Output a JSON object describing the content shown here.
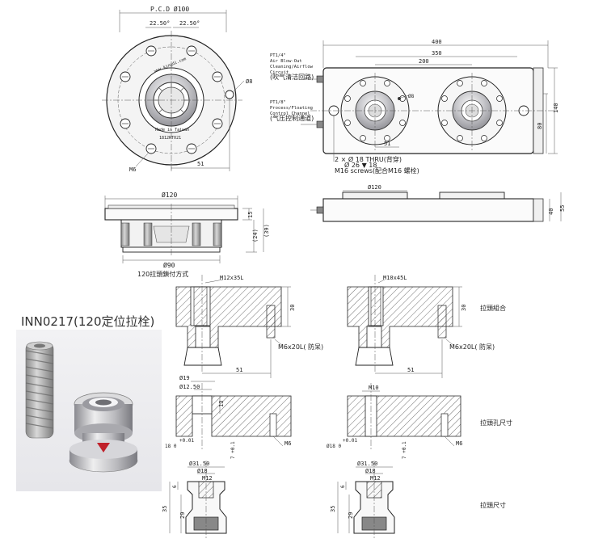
{
  "part_title": "INN0217(120定位拉栓)",
  "top_view": {
    "pcd_label": "P.C.D Ø100",
    "angle_left": "22.50°",
    "angle_right": "22.50°",
    "hole_dia": "Ø8",
    "screw_label": "M6",
    "offset_51": "51",
    "engraving_1": "www.kingdi.com",
    "engraving_2": "Made in Taiwan",
    "engraving_3": "1812RT021"
  },
  "plate_view": {
    "dim_400": "400",
    "dim_350": "350",
    "dim_200": "200",
    "dim_140": "140",
    "dim_80": "80",
    "dim_51": "51",
    "port_top_1": "PT1/4\"",
    "port_top_2": "Air Blow-Out",
    "port_top_3": "Cleaning/Airflow",
    "port_top_4": "Circuit",
    "port_top_5": "(吹气清洁回路)",
    "port_bot_1": "PT1/8\"",
    "port_bot_2": "Process/Floating",
    "port_bot_3": "Control Channel",
    "port_bot_4": "(气压控制通道)",
    "bolt_note_1": "2 × Ø 18 THRU(背穿)",
    "bolt_note_2": "Ø 26 ▼ 18",
    "bolt_note_3": "M16 screws(配合M16 螺栓)",
    "hole_8": "Ø8"
  },
  "side_view": {
    "dim_120": "Ø120",
    "dim_90": "Ø90",
    "dim_15": "15",
    "dim_24": "(24)",
    "dim_39": "(39)"
  },
  "plate_side": {
    "dim_120": "Ø120",
    "dim_40": "40",
    "dim_55": "55"
  },
  "section_a": {
    "caption": "120拉頭鎖付方式",
    "thread_top": "M12x35L",
    "dim_30": "30",
    "pin_label": "M6x20L( 防呆)",
    "dim_51": "51"
  },
  "section_b": {
    "thread_top": "M10x45L",
    "dim_30": "30",
    "pin_label": "M6x20L( 防呆)",
    "dim_51": "51",
    "side_label": "拉頭組合"
  },
  "hole_a": {
    "dia_19": "Ø19",
    "dia_1250": "Ø12.50",
    "dim_13": "13",
    "tol_top": "+0.01",
    "tol_base": "18  0",
    "depth_tol": "7 +0.1",
    "m6": "M6"
  },
  "hole_b": {
    "m10": "M10",
    "tol_top": "+0.01",
    "tol_base": "Ø18  0",
    "depth_tol": "7 +0.1",
    "m6": "M6",
    "side_label": "拉頭孔尺寸"
  },
  "stud_a": {
    "dia_3150": "Ø31.50",
    "dia_18": "Ø18",
    "m12": "M12",
    "dim_6": "6",
    "dim_35": "35",
    "dim_29": "29"
  },
  "stud_b": {
    "dia_3150": "Ø31.50",
    "dia_18": "Ø18",
    "m12": "M12",
    "dim_6": "6",
    "dim_35": "35",
    "dim_29": "29",
    "side_label": "拉頭尺寸"
  }
}
